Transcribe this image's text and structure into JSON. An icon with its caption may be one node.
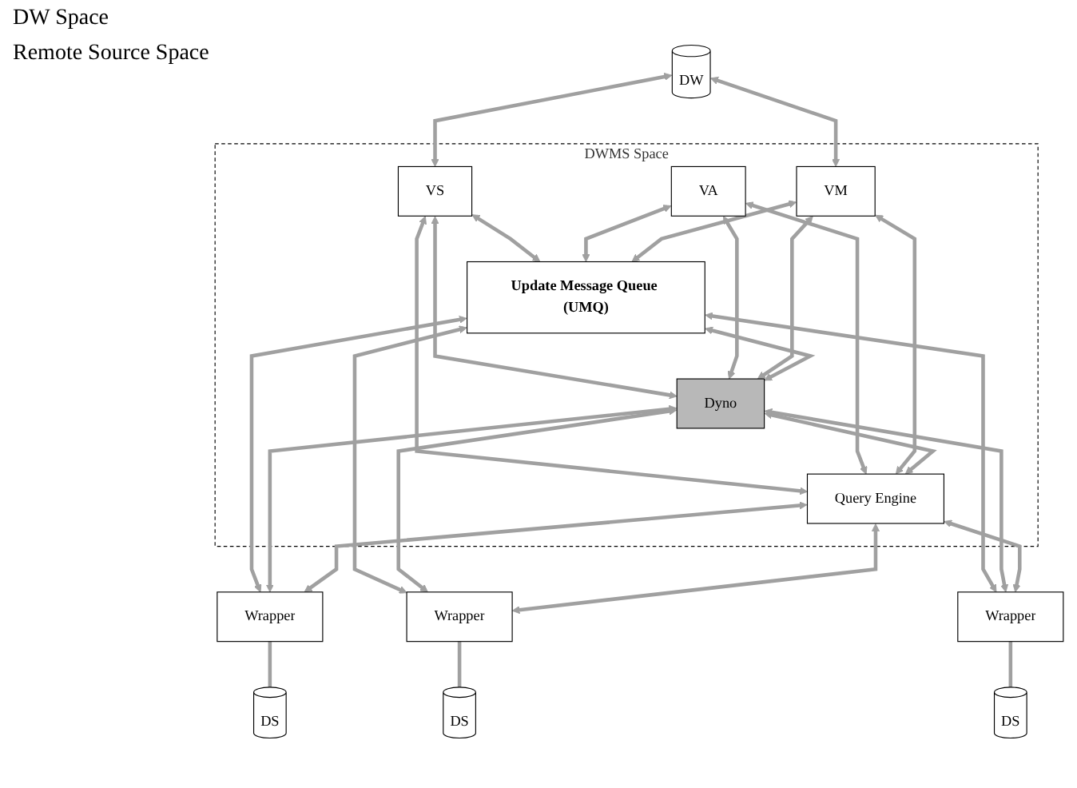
{
  "diagram": {
    "nodes": [
      {
        "text": [
          "DW"
        ]
      },
      {
        "text": [
          "DWMS Space"
        ]
      },
      {
        "text": [
          "VS"
        ],
        "in": 1
      },
      {
        "text": [
          "VA"
        ],
        "in": 1
      },
      {
        "text": [
          "VM"
        ],
        "in": 1
      },
      {
        "text": [
          "Update Message Queue (UMQ)"
        ],
        "in": 1
      },
      {
        "text": [
          "Dyno"
        ],
        "in": 1
      },
      {
        "text": [
          "Query Engine"
        ],
        "in": 1
      },
      {
        "text": [
          "Wrapper"
        ]
      },
      {
        "text": [
          "Wrapper"
        ]
      },
      {
        "text": [
          "Wrapper"
        ]
      },
      {
        "text": [
          "DS"
        ]
      },
      {
        "text": [
          "DS"
        ]
      },
      {
        "text": [
          "DS"
        ]
      }
    ],
    "edges": [
      {
        "from": 0,
        "to": 2,
        "arrow": "both"
      },
      {
        "from": 0,
        "to": 4,
        "arrow": "both"
      },
      {
        "from": 2,
        "to": 5,
        "arrow": "both"
      },
      {
        "from": 2,
        "to": 6,
        "arrow": "both"
      },
      {
        "from": 2,
        "to": 7,
        "arrow": "both"
      },
      {
        "from": 3,
        "to": 5,
        "arrow": "both"
      },
      {
        "from": 3,
        "to": 6,
        "arrow": "both"
      },
      {
        "from": 3,
        "to": 7,
        "arrow": "both"
      },
      {
        "from": 4,
        "to": 5,
        "arrow": "both"
      },
      {
        "from": 4,
        "to": 6,
        "arrow": "both"
      },
      {
        "from": 4,
        "to": 7,
        "arrow": "both"
      },
      {
        "from": 5,
        "to": 6,
        "arrow": "both"
      },
      {
        "from": 6,
        "to": 7,
        "arrow": "both"
      },
      {
        "from": 5,
        "to": 8,
        "arrow": "both"
      },
      {
        "from": 5,
        "to": 9,
        "arrow": "both"
      },
      {
        "from": 5,
        "to": 10,
        "arrow": "both"
      },
      {
        "from": 6,
        "to": 8,
        "arrow": "both"
      },
      {
        "from": 6,
        "to": 9,
        "arrow": "both"
      },
      {
        "from": 6,
        "to": 10,
        "arrow": "both"
      },
      {
        "from": 7,
        "to": 8,
        "arrow": "both"
      },
      {
        "from": 7,
        "to": 9,
        "arrow": "both"
      },
      {
        "from": 7,
        "to": 10,
        "arrow": "both"
      },
      {
        "from": 8,
        "to": 11,
        "arrow": "none"
      },
      {
        "from": 9,
        "to": 12,
        "arrow": "none"
      },
      {
        "from": 10,
        "to": 13,
        "arrow": "none"
      }
    ],
    "labels": [
      "DW Space",
      "Remote Source Space"
    ]
  }
}
